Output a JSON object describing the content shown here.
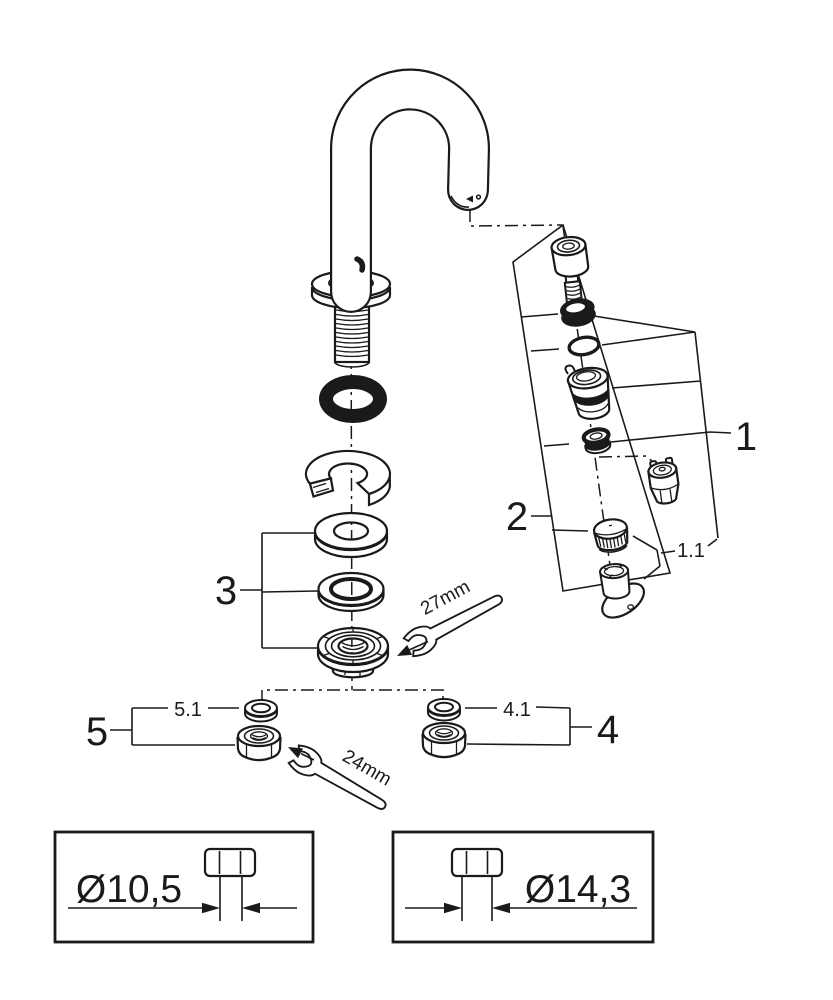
{
  "diagram": {
    "background": "#ffffff",
    "ink": "#1a1a1a",
    "callouts": {
      "group_1": "1",
      "group_1_1": "1.1",
      "group_2": "2",
      "group_3": "3",
      "group_4": "4",
      "group_4_1": "4.1",
      "group_5": "5",
      "group_5_1": "5.1"
    },
    "wrenches": {
      "upper": "27mm",
      "lower": "24mm"
    },
    "dimension_boxes": {
      "left_value": "Ø10,5",
      "right_value": "Ø14,3"
    }
  }
}
